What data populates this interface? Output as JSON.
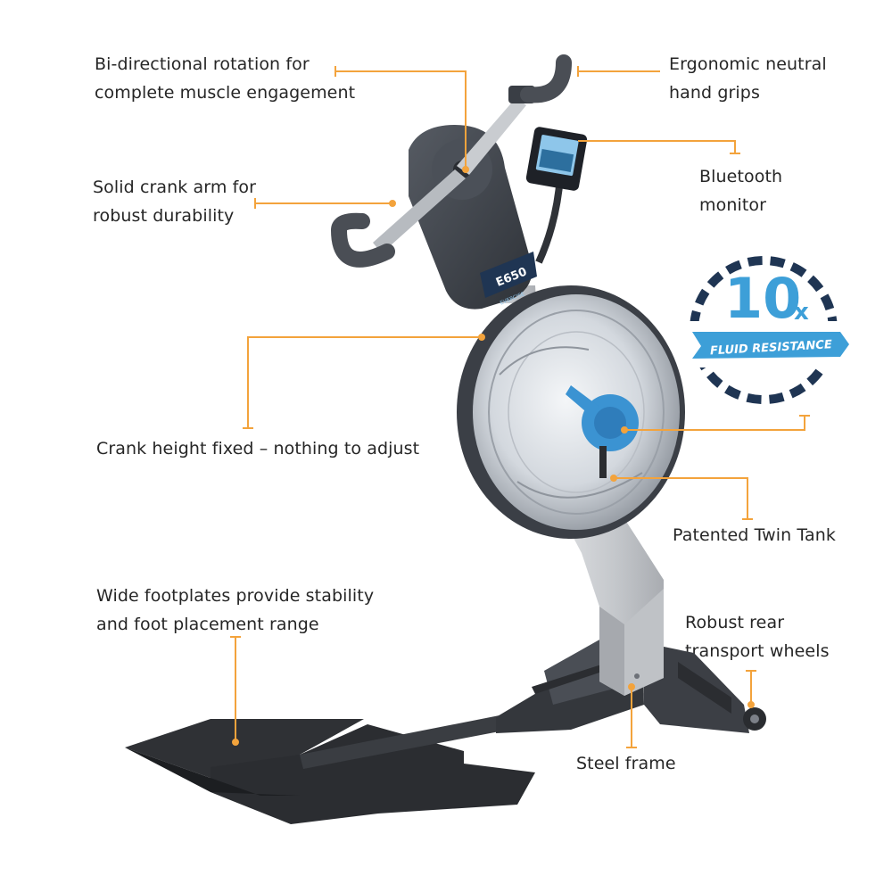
{
  "colors": {
    "callout_line": "#f3a33c",
    "text": "#262626",
    "badge_blue": "#3d9fd8",
    "badge_navy": "#1f3553",
    "frame_silver": "#c9cbcf",
    "body_dark": "#3b3f46",
    "accent_blue": "#3b93d2"
  },
  "badge": {
    "number": "10",
    "multiplier": "x",
    "ribbon": "FLUID RESISTANCE"
  },
  "product": {
    "model": "E650",
    "brand": "EVERCISE"
  },
  "callouts": {
    "bidirectional": [
      "Bi-directional rotation for",
      "complete muscle engagement"
    ],
    "grips": [
      "Ergonomic neutral",
      "hand grips"
    ],
    "crank_arm": [
      "Solid crank arm for",
      "robust durability"
    ],
    "monitor": [
      "Bluetooth",
      "monitor"
    ],
    "crank_height": [
      "Crank height fixed – nothing to adjust"
    ],
    "twin_tank": [
      "Patented Twin Tank"
    ],
    "footplates": [
      "Wide footplates provide stability",
      "and foot placement range"
    ],
    "wheels": [
      "Robust rear",
      "transport wheels"
    ],
    "steel_frame": [
      "Steel frame"
    ]
  }
}
